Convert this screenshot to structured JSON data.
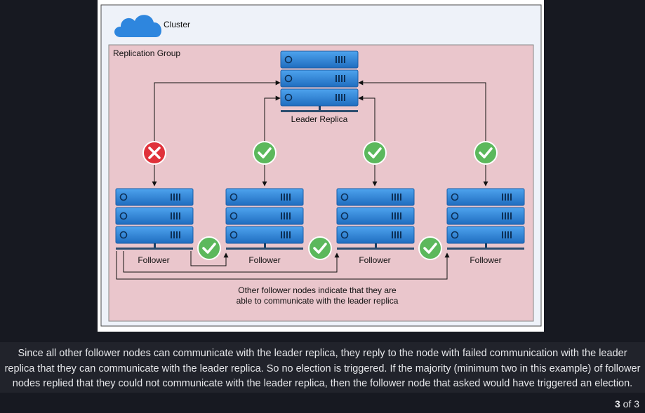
{
  "diagram": {
    "cluster_label": "Cluster",
    "group_label": "Replication Group",
    "leader_label": "Leader Replica",
    "follower_labels": [
      "Follower",
      "Follower",
      "Follower",
      "Follower"
    ],
    "note_lines": [
      "Other follower nodes indicate that they are",
      "able to communicate with the leader replica"
    ],
    "status_to_leader": [
      "failed",
      "ok",
      "ok",
      "ok"
    ],
    "colors": {
      "group_fill": "#eac6cc",
      "server_blue": "#2f7fd0",
      "ok_green": "#5cb85c",
      "fail_red": "#e0313a",
      "cloud_blue": "#2e86de"
    }
  },
  "caption": "Since all other follower nodes can communicate with the leader replica, they reply to the node with failed communication with the leader replica that they can communicate with the leader replica. So no election is triggered. If the majority (minimum two in this example) of follower nodes replied that they could not communicate with the leader replica, then the follower node that asked would have triggered an election.",
  "pager": {
    "current": "3",
    "total": "of 3"
  }
}
